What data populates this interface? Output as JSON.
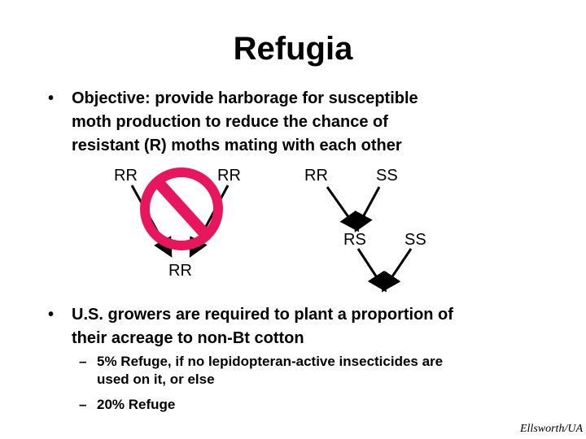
{
  "title": "Refugia",
  "bullets": [
    {
      "lines": [
        "Objective: provide harborage for susceptible",
        "moth production to reduce the chance of",
        "resistant (R) moths mating with each other"
      ]
    },
    {
      "lines": [
        "U.S. growers are required to plant a proportion of",
        "their acreage to non-Bt cotton"
      ],
      "sub": [
        {
          "lines": [
            "5% Refuge, if no lepidopteran-active insecticides are",
            "used on it, or else"
          ]
        },
        {
          "lines": [
            "20% Refuge"
          ]
        }
      ]
    }
  ],
  "bullet_glyph": "•",
  "dash_glyph": "–",
  "diagram": {
    "left": {
      "parent1": "RR",
      "parent2": "RR",
      "offspring": "RR",
      "prohibited_symbol": "no-entry-icon"
    },
    "right": {
      "parent1": "RR",
      "parent2": "SS",
      "offspring1": "RS",
      "parent3": "SS"
    }
  },
  "credit": "Ellsworth/UA",
  "colors": {
    "prohibit_red": "#e8175d"
  }
}
